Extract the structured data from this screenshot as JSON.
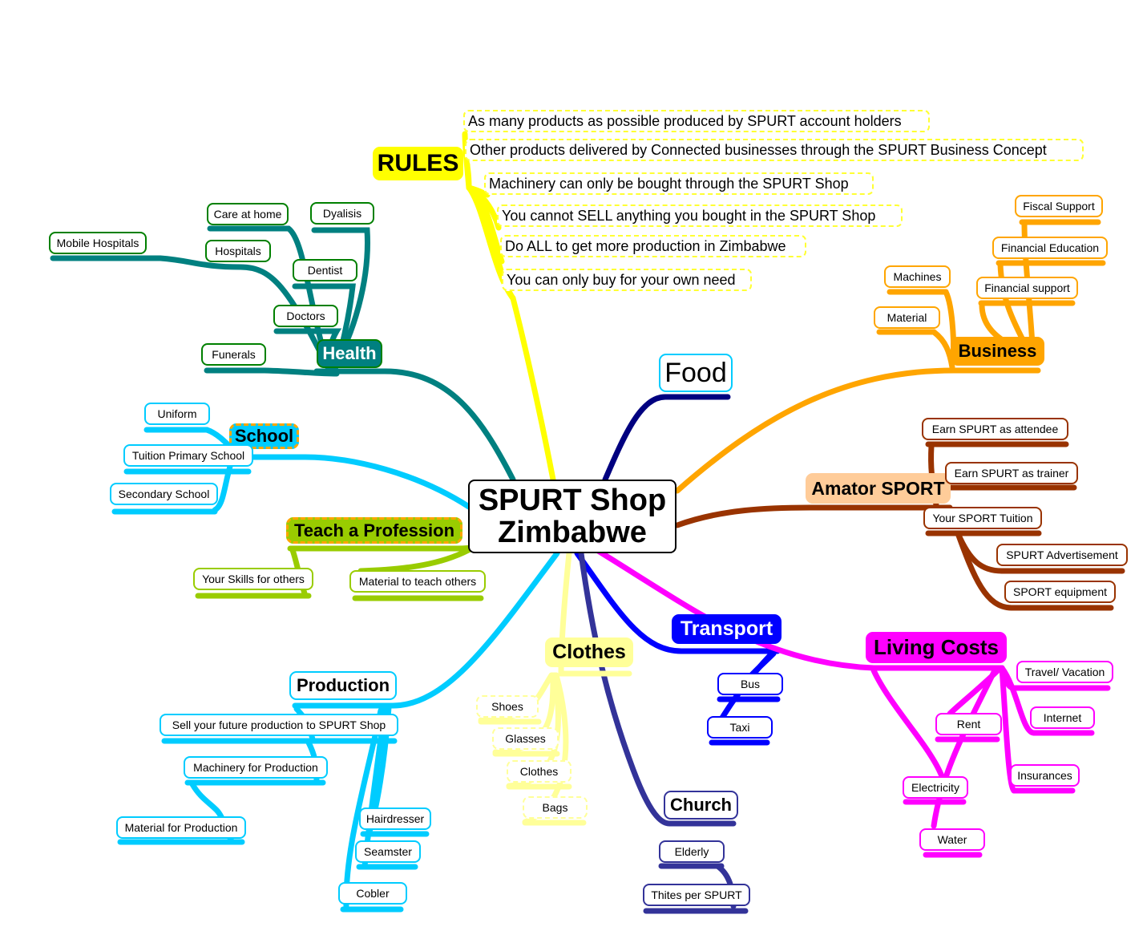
{
  "center": {
    "line1": "SPURT Shop",
    "line2": "Zimbabwe"
  },
  "colors": {
    "rules": "#ffff00",
    "health": "#008080",
    "health_border": "#008000",
    "food": "#000080",
    "food_border": "#00ccff",
    "business": "#ffa500",
    "sport": "#993300",
    "sport_fill": "#ffcc99",
    "transport": "#0000ff",
    "living": "#ff00ff",
    "church": "#333399",
    "clothes": "#ffff99",
    "production": "#00ccff",
    "teach": "#99cc00",
    "school": "#00ccff",
    "dashed_accent": "#ffa500"
  },
  "rules": {
    "label": "RULES",
    "items": [
      "As many products as possible produced by SPURT account holders",
      "Other products delivered by Connected businesses through the SPURT Business Concept",
      "Machinery can only be bought through the SPURT Shop",
      "You cannot SELL anything you bought in the SPURT Shop",
      "Do ALL to get more production in Zimbabwe",
      "You can only buy for your own need"
    ]
  },
  "health": {
    "label": "Health",
    "items": [
      "Care at home",
      "Dyalisis",
      "Mobile Hospitals",
      "Hospitals",
      "Dentist",
      "Doctors",
      "Funerals"
    ]
  },
  "food": {
    "label": "Food"
  },
  "business": {
    "label": "Business",
    "items": [
      "Fiscal Support",
      "Financial Education",
      "Financial support",
      "Machines",
      "Material"
    ]
  },
  "sport": {
    "label": "Amator SPORT",
    "items": [
      "Earn SPURT as attendee",
      "Earn SPURT as trainer",
      "Your SPORT Tuition",
      "SPURT Advertisement",
      "SPORT equipment"
    ]
  },
  "transport": {
    "label": "Transport",
    "items": [
      "Bus",
      "Taxi"
    ]
  },
  "living": {
    "label": "Living Costs",
    "items": [
      "Travel/ Vacation",
      "Internet",
      "Rent",
      "Insurances",
      "Electricity",
      "Water"
    ]
  },
  "church": {
    "label": "Church",
    "items": [
      "Elderly",
      "Thites per SPURT"
    ]
  },
  "clothes": {
    "label": "Clothes",
    "items": [
      "Shoes",
      "Glasses",
      "Clothes",
      "Bags"
    ]
  },
  "production": {
    "label": "Production",
    "items": [
      "Sell your future production to SPURT Shop",
      "Machinery for Production",
      "Material for Production",
      "Hairdresser",
      "Seamster",
      "Cobler"
    ]
  },
  "teach": {
    "label": "Teach a Profession",
    "items": [
      "Your Skills for others",
      "Material to teach others"
    ]
  },
  "school": {
    "label": "School",
    "items": [
      "Uniform",
      "Tuition Primary School",
      "Secondary School"
    ]
  }
}
